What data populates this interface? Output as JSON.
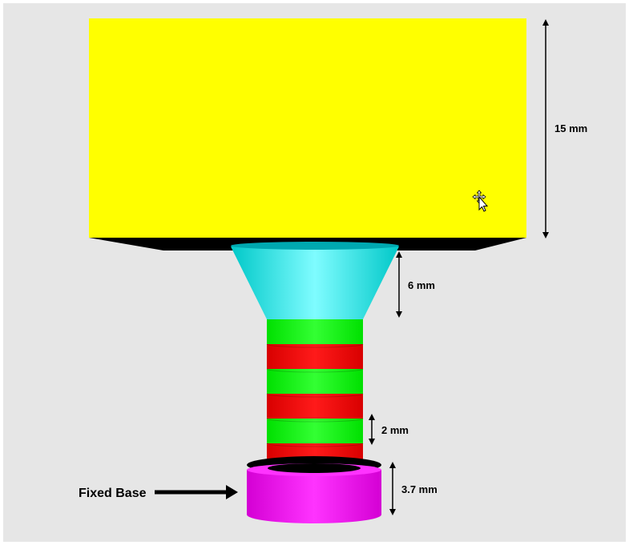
{
  "labels": {
    "block_height": "15 mm",
    "cone_height": "6 mm",
    "stripe_height": "2 mm",
    "base_height": "3.7 mm",
    "fixed_base": "Fixed Base"
  },
  "colors": {
    "panel": "#e6e6e6",
    "block": "#ffff00",
    "block_shadow": "#000000",
    "cone": "#00ffff",
    "stripe_green": "#00ff00",
    "stripe_red": "#ff0000",
    "base": "#ff00ff",
    "arrow": "#000000"
  },
  "column": {
    "stripes": [
      "green",
      "red",
      "green",
      "red",
      "green",
      "red"
    ]
  },
  "icons": {
    "cursor": "move-cursor-icon"
  }
}
